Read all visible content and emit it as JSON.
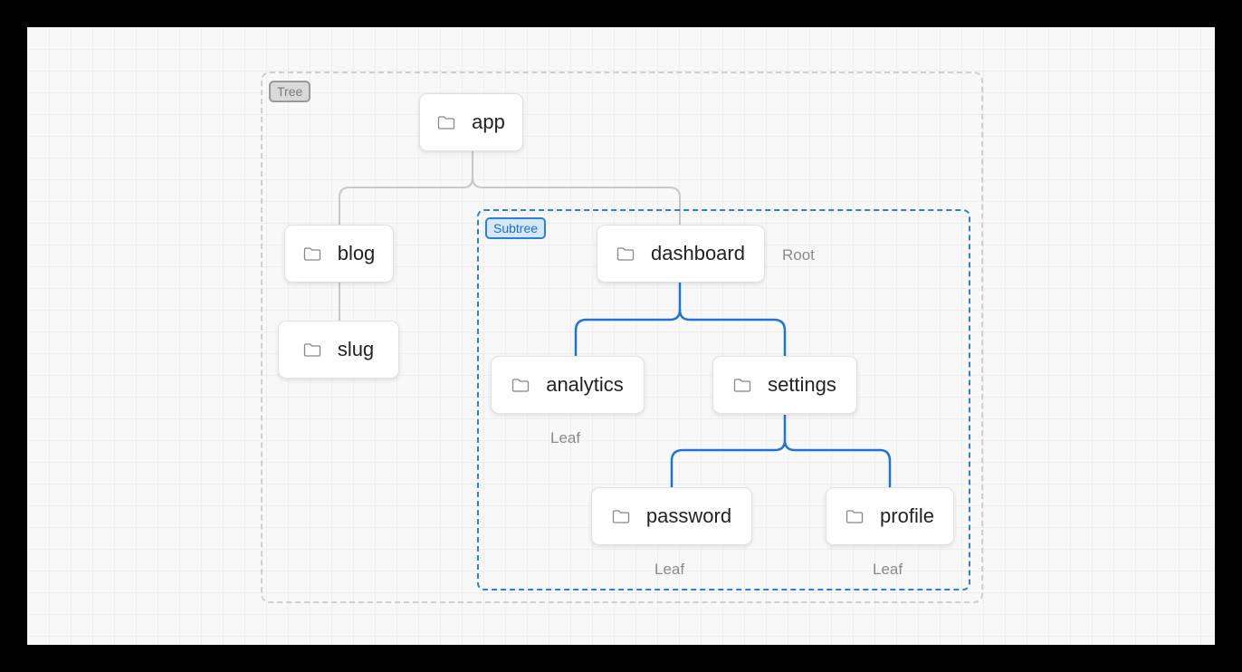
{
  "groups": {
    "tree": {
      "badge": "Tree",
      "color": "#9a9a9a"
    },
    "subtree": {
      "badge": "Subtree",
      "color": "#2a7fdc"
    }
  },
  "nodes": [
    {
      "id": "app",
      "label": "app",
      "icon": "folder-icon"
    },
    {
      "id": "blog",
      "label": "blog",
      "icon": "folder-icon"
    },
    {
      "id": "slug",
      "label": "slug",
      "icon": "folder-icon"
    },
    {
      "id": "dashboard",
      "label": "dashboard",
      "icon": "folder-icon"
    },
    {
      "id": "analytics",
      "label": "analytics",
      "icon": "folder-icon"
    },
    {
      "id": "settings",
      "label": "settings",
      "icon": "folder-icon"
    },
    {
      "id": "password",
      "label": "password",
      "icon": "folder-icon"
    },
    {
      "id": "profile",
      "label": "profile",
      "icon": "folder-icon"
    }
  ],
  "annotations": {
    "dashboard": "Root",
    "analytics": "Leaf",
    "password": "Leaf",
    "profile": "Leaf"
  },
  "edges": [
    {
      "from": "app",
      "to": "blog",
      "color": "#c8c8c8"
    },
    {
      "from": "app",
      "to": "dashboard",
      "color": "#c8c8c8"
    },
    {
      "from": "blog",
      "to": "slug",
      "color": "#c8c8c8"
    },
    {
      "from": "dashboard",
      "to": "analytics",
      "color": "#1f73d6"
    },
    {
      "from": "dashboard",
      "to": "settings",
      "color": "#1f73d6"
    },
    {
      "from": "settings",
      "to": "password",
      "color": "#1f73d6"
    },
    {
      "from": "settings",
      "to": "profile",
      "color": "#1f73d6"
    }
  ]
}
